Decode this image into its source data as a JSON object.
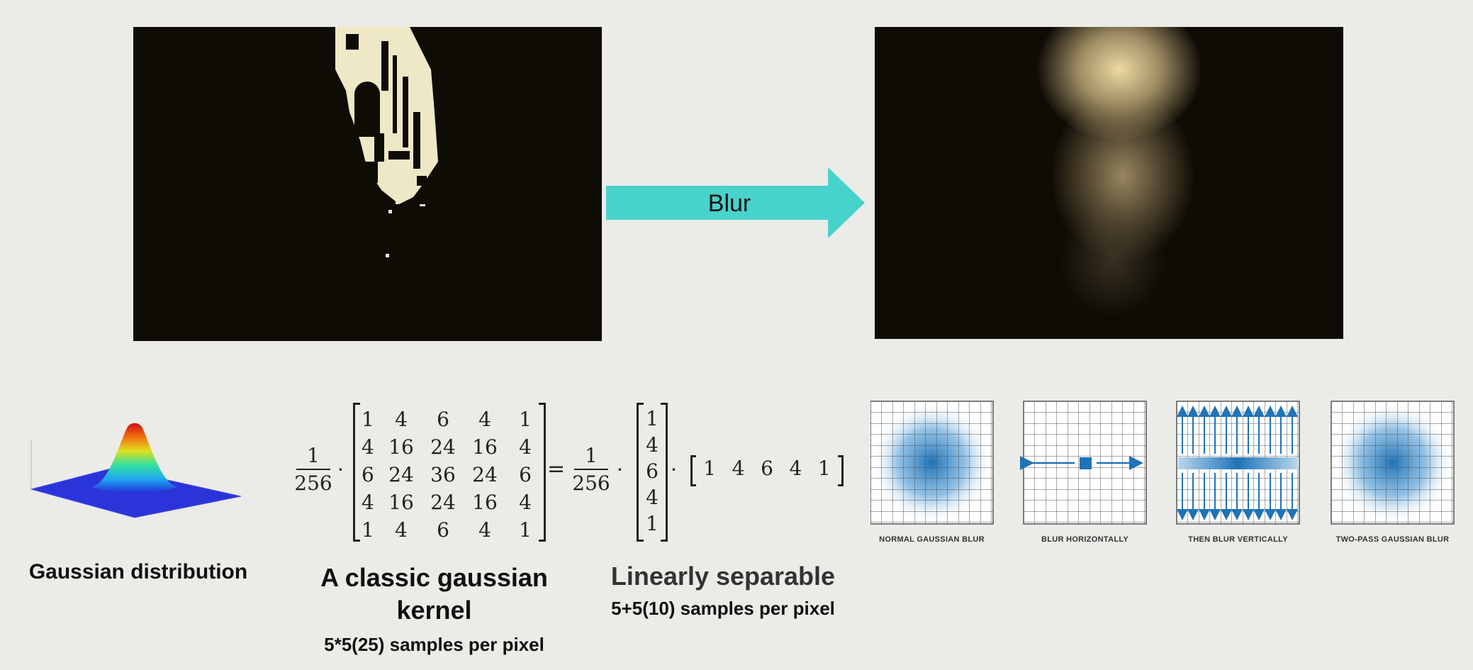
{
  "top": {
    "arrow_label": "Blur",
    "colors": {
      "arrow": "#48d2cc",
      "panel_bg": "#0f0c06",
      "highlight": "#efe8c7"
    }
  },
  "bottom": {
    "gaussian_label": "Gaussian distribution",
    "kernel": {
      "title_line1": "A classic gaussian",
      "title_line2": "kernel",
      "samples": "5*5(25) samples per pixel",
      "numerator": "1",
      "denominator": "256",
      "matrix": [
        [
          "1",
          "4",
          "6",
          "4",
          "1"
        ],
        [
          "4",
          "16",
          "24",
          "16",
          "4"
        ],
        [
          "6",
          "24",
          "36",
          "24",
          "6"
        ],
        [
          "4",
          "16",
          "24",
          "16",
          "4"
        ],
        [
          "1",
          "4",
          "6",
          "4",
          "1"
        ]
      ]
    },
    "separable": {
      "title": "Linearly separable",
      "samples": "5+5(10) samples per pixel",
      "numerator": "1",
      "denominator": "256",
      "column": [
        "1",
        "4",
        "6",
        "4",
        "1"
      ],
      "row": [
        "1",
        "4",
        "6",
        "4",
        "1"
      ]
    },
    "blur_steps": [
      "NORMAL GAUSSIAN BLUR",
      "BLUR HORIZONTALLY",
      "THEN BLUR VERTICALLY",
      "TWO-PASS GAUSSIAN BLUR"
    ],
    "colors": {
      "grid_blue": "#1f73b7"
    }
  }
}
